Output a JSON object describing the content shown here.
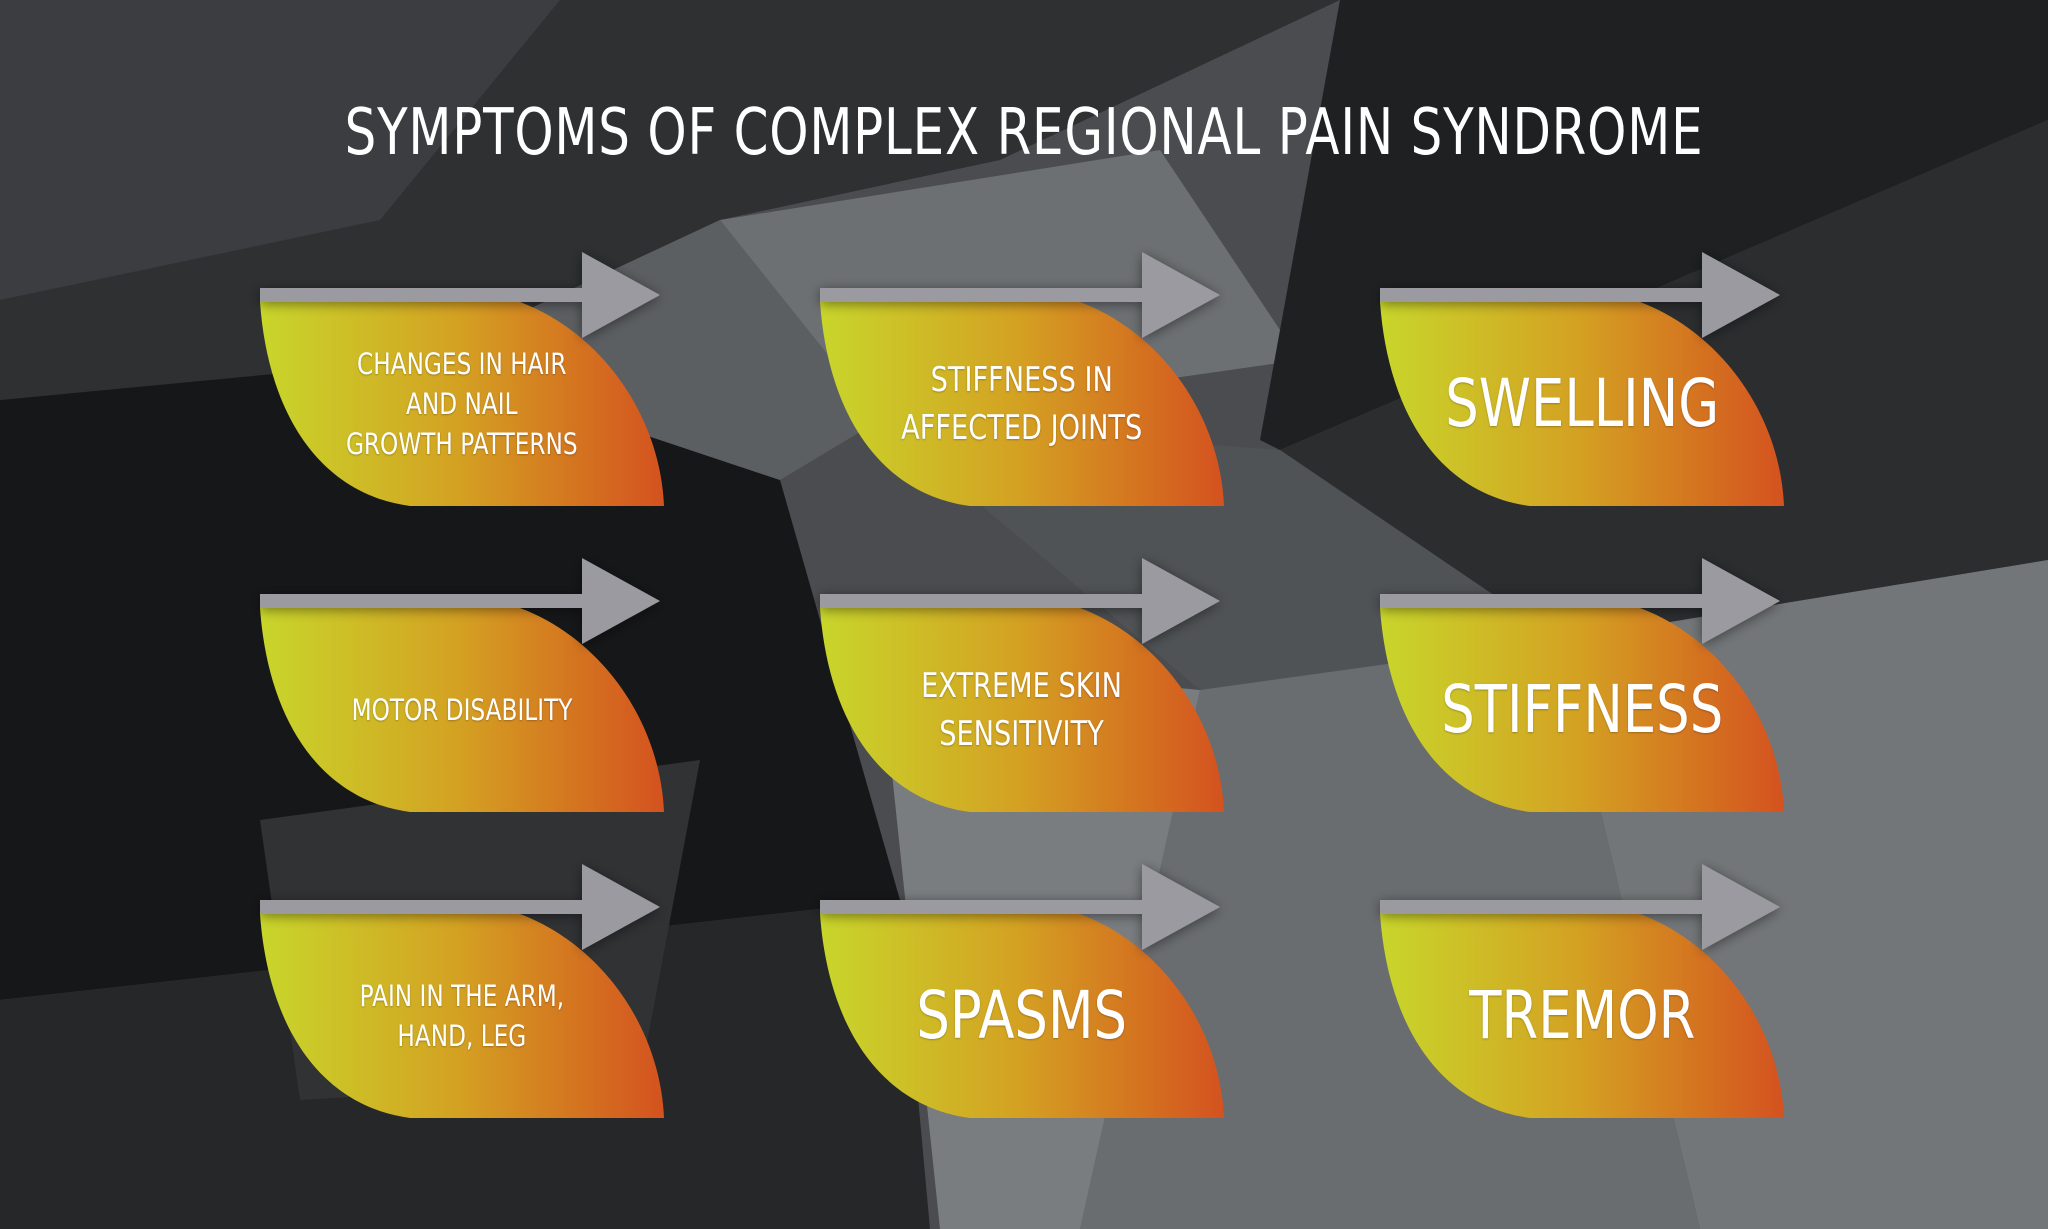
{
  "title": "SYMPTOMS OF COMPLEX REGIONAL PAIN SYNDROME",
  "colors": {
    "gradient_start": "#c8d62b",
    "gradient_mid": "#d4a022",
    "gradient_end": "#d4521f",
    "arrow": "#9a9aa0",
    "text": "#ffffff"
  },
  "cards": [
    {
      "label": "CHANGES IN HAIR\nAND NAIL\nGROWTH PATTERNS"
    },
    {
      "label": "STIFFNESS IN\nAFFECTED JOINTS"
    },
    {
      "label": "SWELLING"
    },
    {
      "label": "MOTOR DISABILITY"
    },
    {
      "label": "EXTREME SKIN\nSENSITIVITY"
    },
    {
      "label": "STIFFNESS"
    },
    {
      "label": "PAIN IN THE ARM,\nHAND, LEG"
    },
    {
      "label": "SPASMS"
    },
    {
      "label": "TREMOR"
    }
  ]
}
